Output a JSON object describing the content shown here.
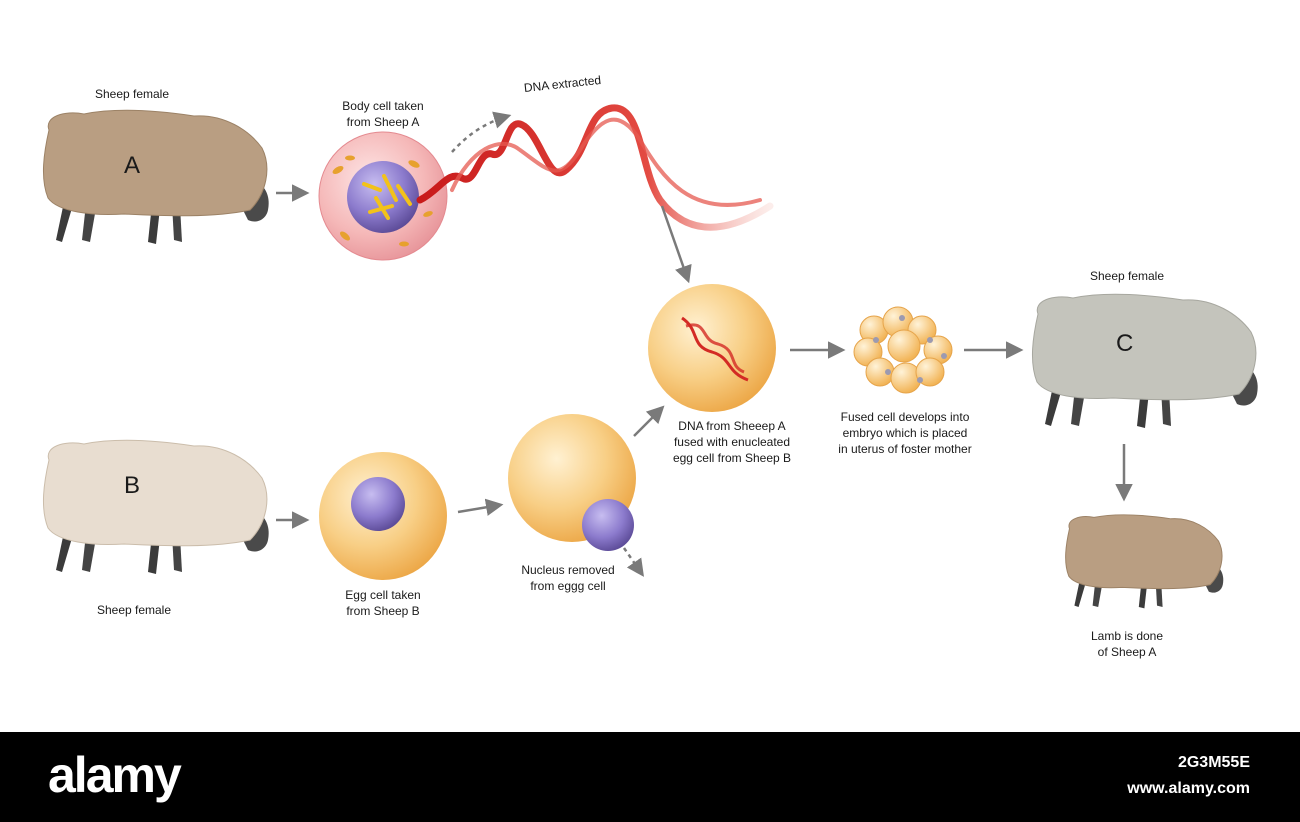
{
  "labels": {
    "sheep_a_top": "Sheep female",
    "sheep_a_letter": "A",
    "body_cell": [
      "Body cell taken",
      "from Sheep A"
    ],
    "dna_extracted": "DNA extracted",
    "sheep_b_letter": "B",
    "sheep_b_bottom": "Sheep female",
    "egg_cell": [
      "Egg cell taken",
      "from Sheep B"
    ],
    "nucleus_removed": [
      "Nucleus removed",
      "from eggg cell"
    ],
    "dna_fused": [
      "DNA from Sheeep A",
      "fused with enucleated",
      "egg cell from Sheep B"
    ],
    "embryo": [
      "Fused cell develops into",
      "embryo which is placed",
      "in uterus of foster mother"
    ],
    "sheep_c_top": "Sheep female",
    "sheep_c_letter": "C",
    "lamb": [
      "Lamb is done",
      "of Sheep A"
    ]
  },
  "footer": {
    "brand": "alamy",
    "image_id": "2G3M55E",
    "site": "www.alamy.com"
  },
  "colors": {
    "sheep_a_wool": "#b99e82",
    "sheep_b_wool": "#e8ddd0",
    "sheep_c_wool": "#c4c4bc",
    "lamb_wool": "#b99e82",
    "body_cell_pink": "#f4b8b8",
    "nucleus_purple": "#8a78c4",
    "egg_yellow": "#f5c677",
    "dna_red": "#d9201e",
    "arrow_gray": "#7a7a7a"
  }
}
